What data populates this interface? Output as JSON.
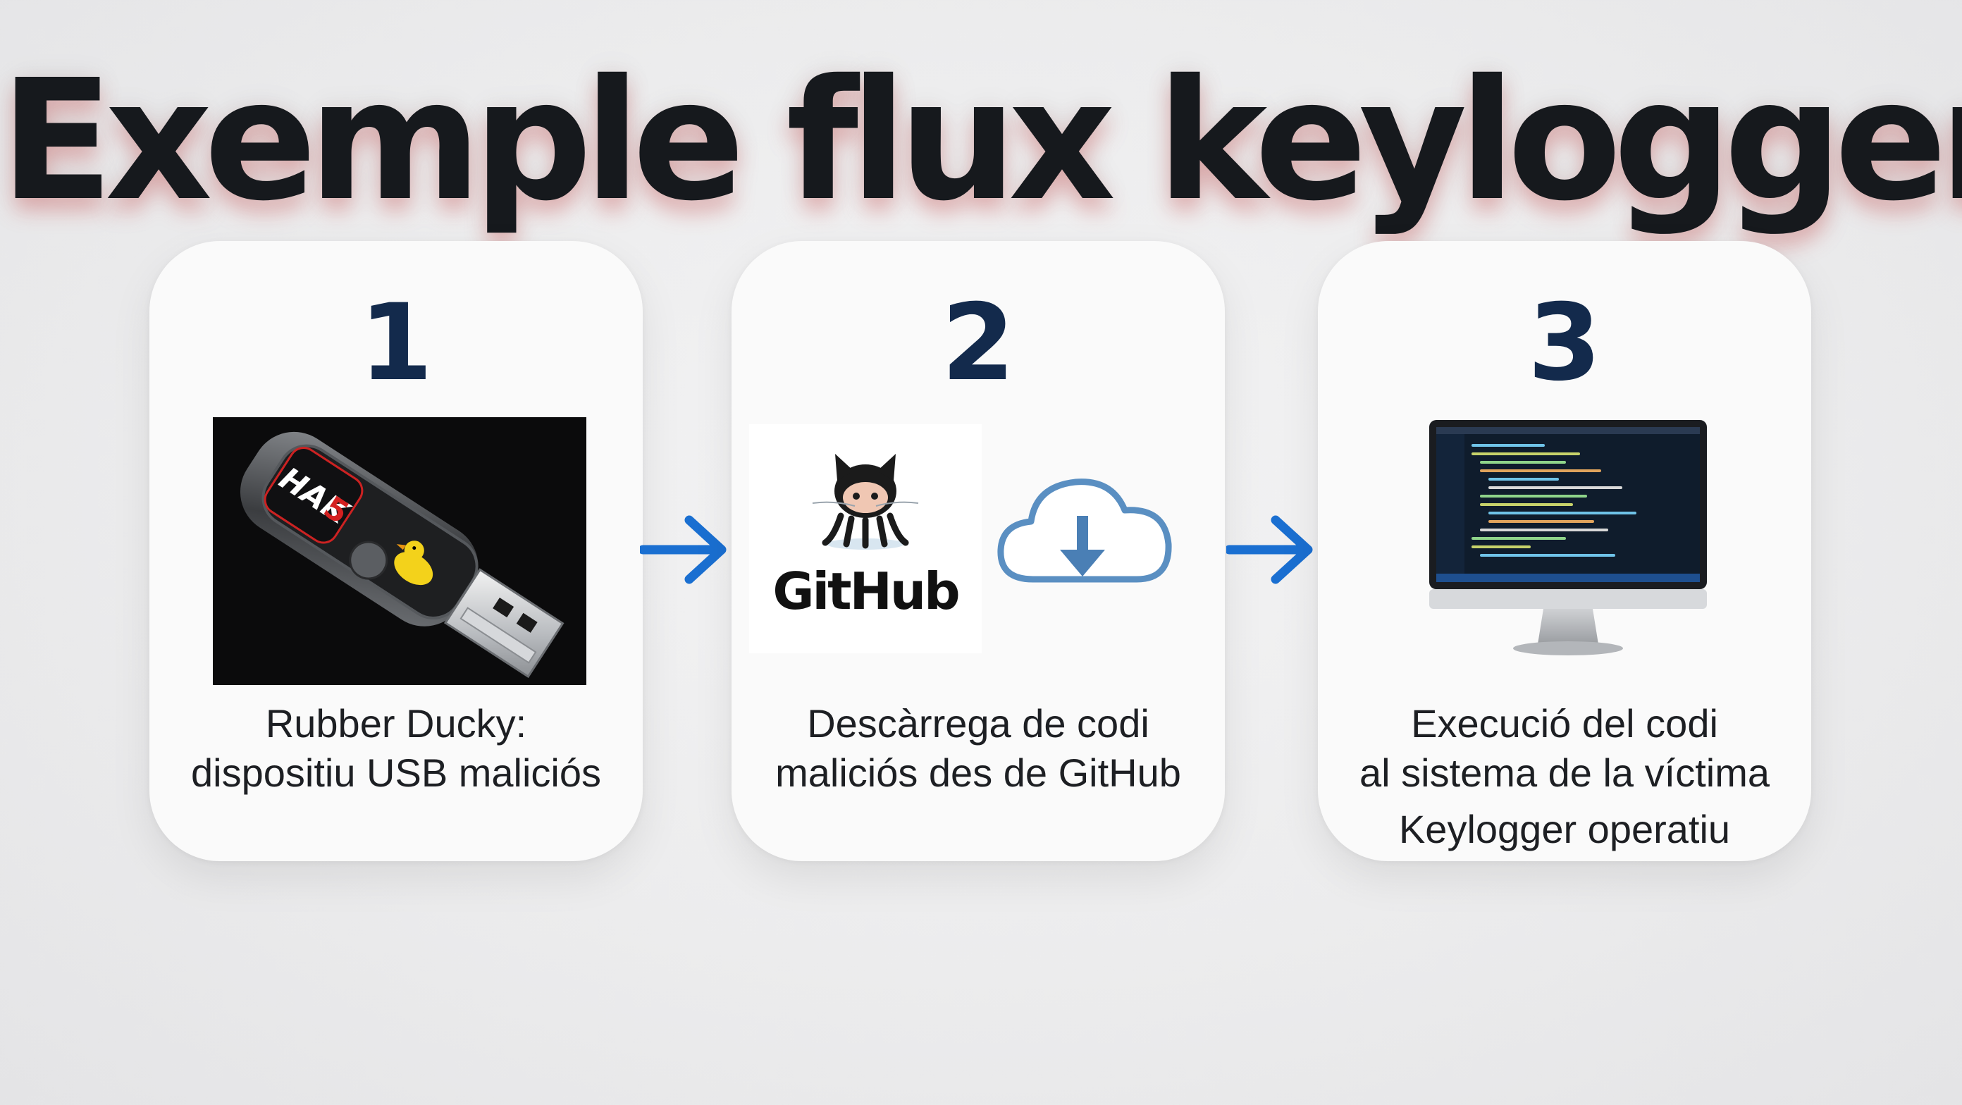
{
  "title": "Exemple flux keylogger",
  "steps": [
    {
      "number": "1",
      "caption_lines": [
        "Rubber Ducky:",
        "dispositiu USB maliciós"
      ],
      "image_icon": "usb-rubber-ducky-icon",
      "image_text": "HAK5"
    },
    {
      "number": "2",
      "caption_lines": [
        "Descàrrega de codi",
        "maliciós des de GitHub"
      ],
      "image_icon": "github-logo-icon",
      "logo_text": "GitHub",
      "secondary_icon": "cloud-download-icon"
    },
    {
      "number": "3",
      "caption_lines": [
        "Execució del codi",
        "al sistema de la víctima"
      ],
      "extra_caption": "Keylogger operatiu",
      "image_icon": "monitor-code-icon"
    }
  ],
  "colors": {
    "title": "#16191d",
    "step_number": "#132a4c",
    "arrow": "#1a6fd1",
    "cloud_outline": "#5a8fc2",
    "cloud_arrow": "#4a7fb5"
  }
}
